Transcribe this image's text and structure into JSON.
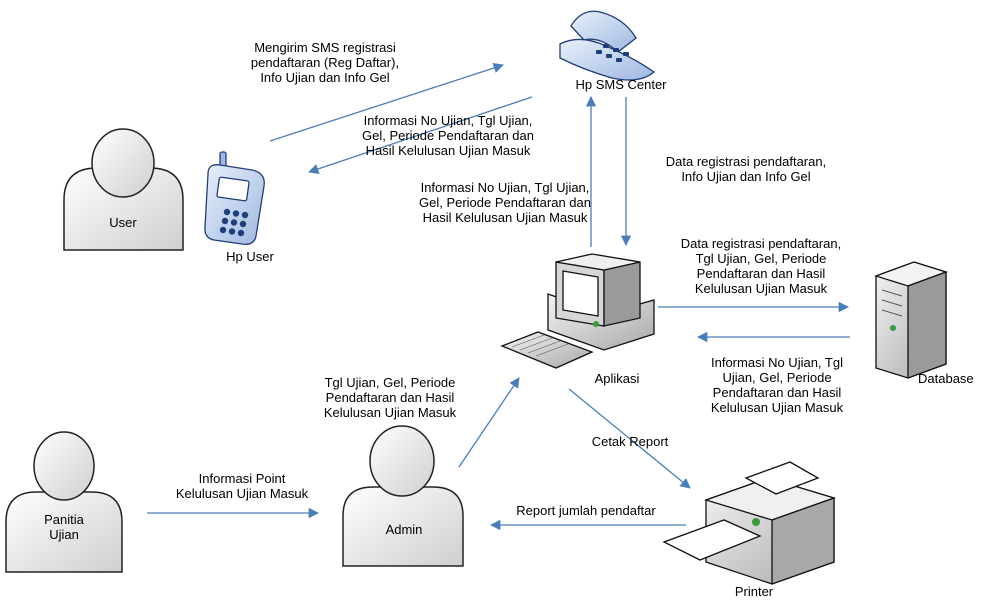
{
  "nodes": {
    "user": "User",
    "hp_user": "Hp User",
    "hp_sms_center": "Hp SMS Center",
    "aplikasi": "Aplikasi",
    "database": "Database",
    "panitia": "Panitia\nUjian",
    "admin": "Admin",
    "printer": "Printer"
  },
  "flows": {
    "user_to_sms": "Mengirim SMS registrasi\npendaftaran (Reg Daftar),\nInfo Ujian dan Info Gel",
    "sms_to_user": "Informasi No Ujian, Tgl Ujian,\nGel, Periode Pendaftaran dan\nHasil Kelulusan Ujian Masuk",
    "sms_to_app": "Data registrasi pendaftaran,\nInfo Ujian dan Info Gel",
    "app_to_sms": "Informasi No Ujian, Tgl Ujian,\nGel, Periode Pendaftaran dan\nHasil Kelulusan Ujian Masuk",
    "app_to_db": "Data registrasi pendaftaran,\nTgl Ujian, Gel, Periode\nPendaftaran dan Hasil\nKelulusan Ujian Masuk",
    "db_to_app": "Informasi No Ujian, Tgl\nUjian, Gel, Periode\nPendaftaran dan Hasil\nKelulusan Ujian Masuk",
    "admin_to_app": "Tgl Ujian, Gel, Periode\nPendaftaran dan Hasil\nKelulusan Ujian Masuk",
    "panitia_to_admin": "Informasi Point\nKelulusan Ujian Masuk",
    "app_to_printer": "Cetak Report",
    "printer_to_admin": "Report jumlah pendaftar"
  },
  "colors": {
    "arrow": "#4a7ebb",
    "person_fill": "#e6e6e6",
    "device_blue": "#b9cdea"
  }
}
